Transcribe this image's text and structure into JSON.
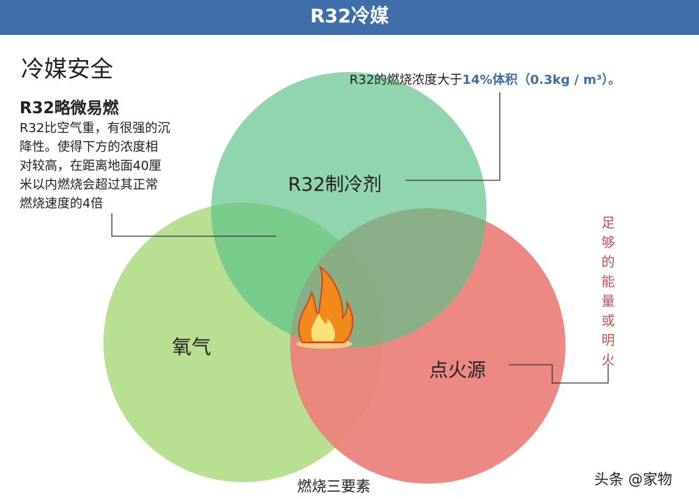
{
  "header": {
    "title": "R32冷媒"
  },
  "section_title": "冷媒安全",
  "note": {
    "title": "R32略微易燃",
    "lines": [
      "R32比空气重，有很强的沉",
      "降性。使得下方的浓度相",
      "对较高，在距离地面40厘",
      "米以内燃烧会超过其正常",
      "燃烧速度的4倍"
    ]
  },
  "concentration": {
    "prefix": "R32的燃烧浓度大于",
    "highlight": "14%体积（0.3kg / m³）",
    "suffix": "。"
  },
  "circles": {
    "refrigerant": "R32制冷剂",
    "oxygen": "氧气",
    "ignition": "点火源"
  },
  "ignition_note": [
    "足",
    "够",
    "的",
    "能",
    "量",
    "或",
    "明",
    "火"
  ],
  "caption": "燃烧三要素",
  "credit": "头条 @家物",
  "colors": {
    "header": "#3f6ea8",
    "green": "#86d3a6",
    "lightgreen": "#b9df92",
    "red": "#ec7f7a",
    "highlight": "#3f6ea8"
  }
}
